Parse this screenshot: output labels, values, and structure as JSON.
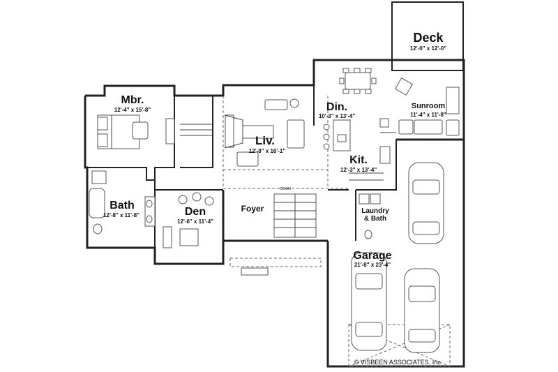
{
  "rooms": {
    "deck": {
      "name": "Deck",
      "dims": "12'-0\" x 12'-0\""
    },
    "mbr": {
      "name": "Mbr.",
      "dims": "12'-4\" x 15'-8\""
    },
    "din": {
      "name": "Din.",
      "dims": "10'-3\" x 13'-4\""
    },
    "sunroom": {
      "name": "Sunroom",
      "dims": "11'-4\" x 11'-8\""
    },
    "liv": {
      "name": "Liv.",
      "dims": "12'-8\" x 16'-1\""
    },
    "kit": {
      "name": "Kit.",
      "dims": "12'-3\" x 13'-4\""
    },
    "bath": {
      "name": "Bath",
      "dims": "12'-8\" x 11'-8\""
    },
    "den": {
      "name": "Den",
      "dims": "12'-6\" x 11'-4\""
    },
    "foyer": {
      "name": "Foyer"
    },
    "laundry": {
      "line1": "Laundry",
      "line2": "& Bath"
    },
    "garage": {
      "name": "Garage",
      "dims": "21'-8\" x 23'-4\""
    }
  },
  "stair_label": "DOWN",
  "copyright": "© VISBEEN ASSOCIATES, Inc."
}
